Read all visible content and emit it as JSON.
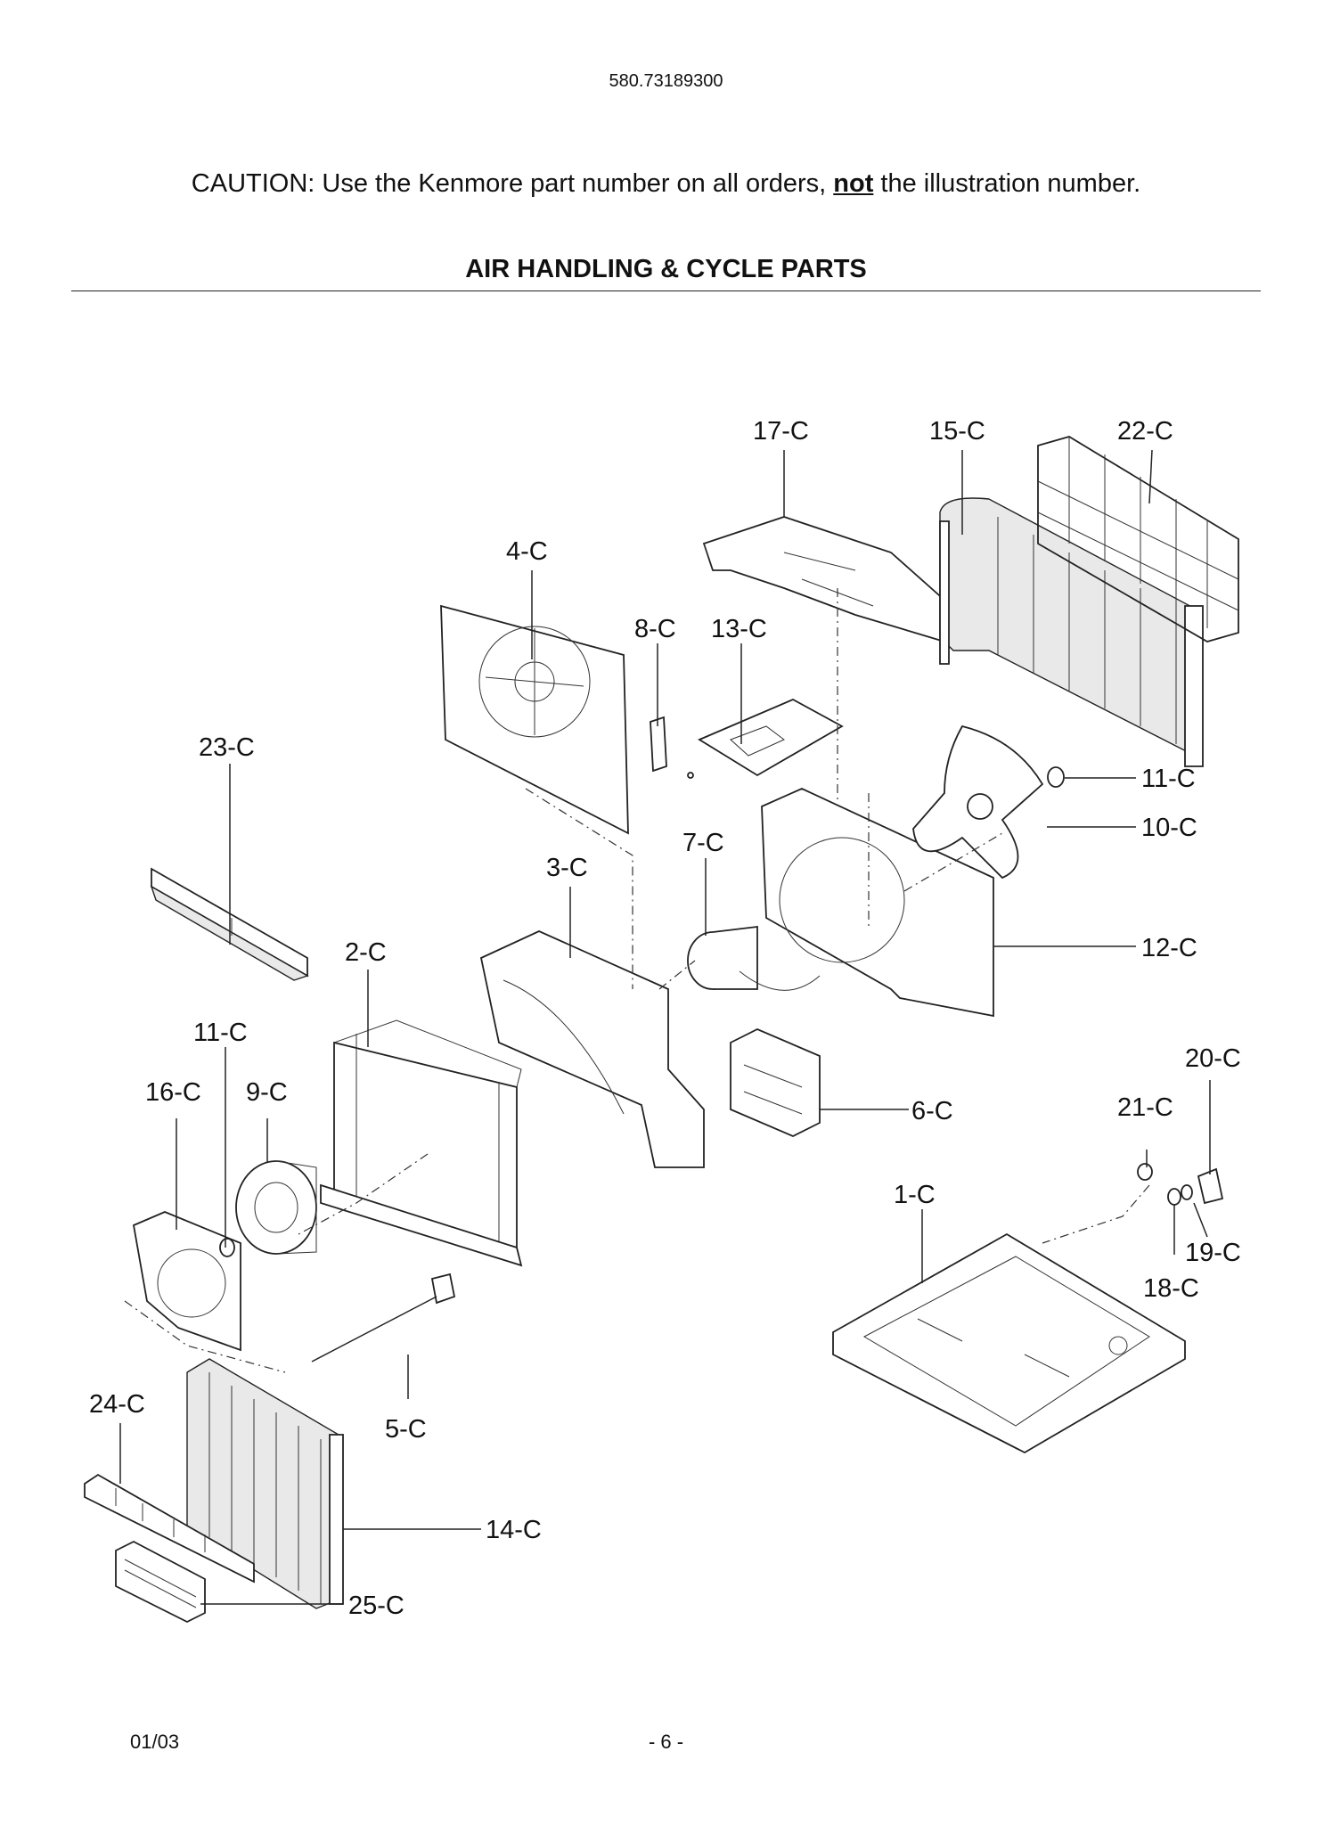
{
  "header": {
    "model_number": "580.73189300",
    "caution_prefix": "CAUTION: Use the Kenmore part number on all orders, ",
    "caution_emphasis": "not",
    "caution_suffix": " the illustration number.",
    "section_title": "AIR HANDLING & CYCLE PARTS"
  },
  "callouts": {
    "c1": "1-C",
    "c2": "2-C",
    "c3": "3-C",
    "c4": "4-C",
    "c5": "5-C",
    "c6": "6-C",
    "c7": "7-C",
    "c8": "8-C",
    "c9": "9-C",
    "c10": "10-C",
    "c11a": "11-C",
    "c11b": "11-C",
    "c12": "12-C",
    "c13": "13-C",
    "c14": "14-C",
    "c15": "15-C",
    "c16": "16-C",
    "c17": "17-C",
    "c18": "18-C",
    "c19": "19-C",
    "c20": "20-C",
    "c21": "21-C",
    "c22": "22-C",
    "c23": "23-C",
    "c24": "24-C",
    "c25": "25-C"
  },
  "footer": {
    "date": "01/03",
    "page": "- 6 -"
  }
}
